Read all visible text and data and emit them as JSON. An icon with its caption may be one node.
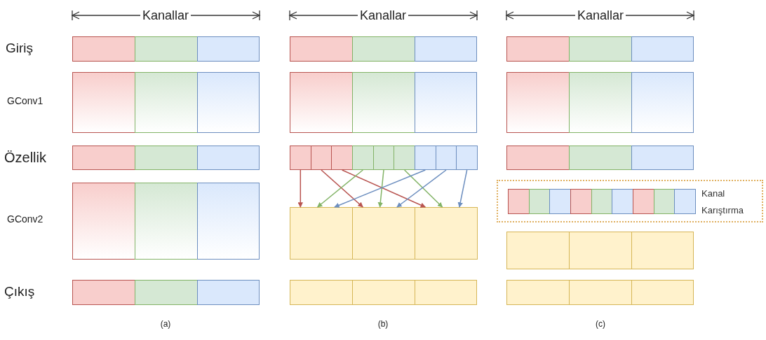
{
  "diagram": {
    "nodes": [
      {
        "text": [],
        "shape": "box"
      },
      {
        "text": [],
        "shape": "box"
      },
      {
        "text": [],
        "shape": "box"
      },
      {
        "text": [],
        "shape": "box"
      },
      {
        "text": [],
        "shape": "box"
      },
      {
        "text": [],
        "shape": "box"
      },
      {
        "text": [],
        "shape": "box"
      },
      {
        "text": [],
        "shape": "box"
      },
      {
        "text": [],
        "shape": "box"
      },
      {
        "text": [],
        "shape": "box"
      },
      {
        "text": [],
        "shape": "box"
      },
      {
        "text": [],
        "shape": "box"
      },
      {
        "text": [
          "Kanal Karıştırma"
        ]
      }
    ],
    "edges": [
      {
        "from": 0,
        "to": 9,
        "arrow": "to",
        "color": "#b85450"
      },
      {
        "from": 1,
        "to": 10,
        "arrow": "to",
        "color": "#b85450"
      },
      {
        "from": 2,
        "to": 11,
        "arrow": "to",
        "color": "#b85450"
      },
      {
        "from": 3,
        "to": 9,
        "arrow": "to",
        "color": "#82b366"
      },
      {
        "from": 4,
        "to": 10,
        "arrow": "to",
        "color": "#82b366"
      },
      {
        "from": 5,
        "to": 11,
        "arrow": "to",
        "color": "#82b366"
      },
      {
        "from": 6,
        "to": 9,
        "arrow": "to",
        "color": "#6c8ebf"
      },
      {
        "from": 7,
        "to": 10,
        "arrow": "to",
        "color": "#6c8ebf"
      },
      {
        "from": 8,
        "to": 11,
        "arrow": "to",
        "color": "#6c8ebf"
      }
    ],
    "labels": [
      "Kanallar",
      "Kanallar",
      "Kanallar",
      "Giriş",
      "GConv1",
      "Özellik",
      "GConv2",
      "Çıkış",
      "(a)",
      "(b)",
      "(c)"
    ]
  }
}
